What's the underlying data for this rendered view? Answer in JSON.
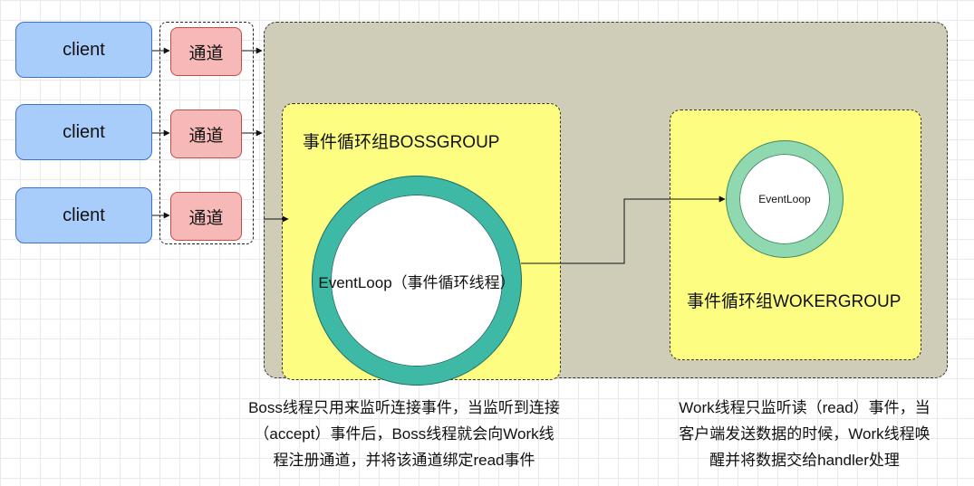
{
  "clients": [
    "client",
    "client",
    "client"
  ],
  "channels": [
    "通道",
    "通道",
    "通道"
  ],
  "boss_group": {
    "title": "事件循环组BOSSGROUP",
    "loop_label": "EventLoop（事件循环线程）"
  },
  "worker_group": {
    "title": "事件循环组WOKERGROUP",
    "loop_label": "EventLoop"
  },
  "notes": {
    "boss": [
      "Boss线程只用来监听连接事件，当监听到连接",
      "（accept）事件后，Boss线程就会向Work线",
      "程注册通道，并将该通道绑定read事件"
    ],
    "work": [
      "Work线程只监听读（read）事件，当",
      "客户端发送数据的时候，Work线程唤",
      "醒并将数据交给handler处理"
    ]
  },
  "colors": {
    "client": "#a9cdfb",
    "channel": "#f7b8b8",
    "panel": "#cfcdb8",
    "group": "#fdfd82",
    "boss_ring": "#3db9a6",
    "worker_ring": "#8fd8b0"
  }
}
